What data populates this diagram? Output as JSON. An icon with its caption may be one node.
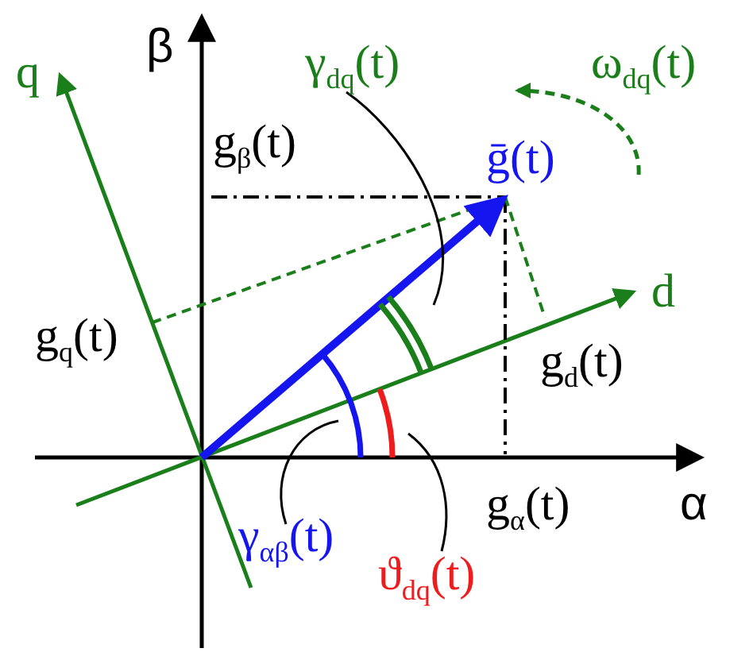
{
  "diagram": {
    "nodes": [
      {
        "text": [
          "γ$_{dq}$(t)"
        ]
      },
      {
        "text": [],
        "shape": "arc"
      },
      {
        "text": [
          "γ$_{αβ}$(t)"
        ]
      },
      {
        "text": [],
        "shape": "arc"
      },
      {
        "text": [
          "ϑ$_{dq}$(t)"
        ]
      },
      {
        "text": [],
        "shape": "arc"
      }
    ],
    "edges": [
      {
        "from": 0,
        "to": 1,
        "arrow": "none"
      },
      {
        "from": 2,
        "to": 3,
        "arrow": "none"
      },
      {
        "from": 4,
        "to": 5,
        "arrow": "none"
      }
    ],
    "labels": [
      "β",
      "ω$_{dq}$(t)",
      "q",
      "g$_{β}$(t)",
      "ḡ(t)",
      "d",
      "g$_{q}$(t)",
      "g$_{d}$(t)",
      "g$_{α}$(t)",
      "α"
    ]
  }
}
